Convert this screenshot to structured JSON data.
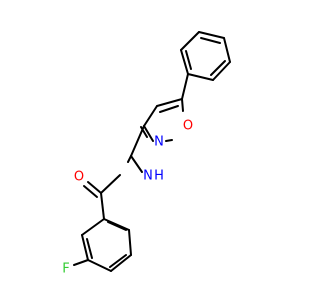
{
  "molecule": {
    "atom_labels": {
      "oxygen_ring": "O",
      "nitrogen_ring": "N",
      "amide_nitrogen": "N",
      "amide_hydrogen": "H",
      "carbonyl_oxygen": "O",
      "fluorine": "F"
    },
    "colors": {
      "bond": "#000000",
      "oxygen": "#ff0000",
      "nitrogen": "#0000ff",
      "fluorine": "#33cc33"
    }
  }
}
